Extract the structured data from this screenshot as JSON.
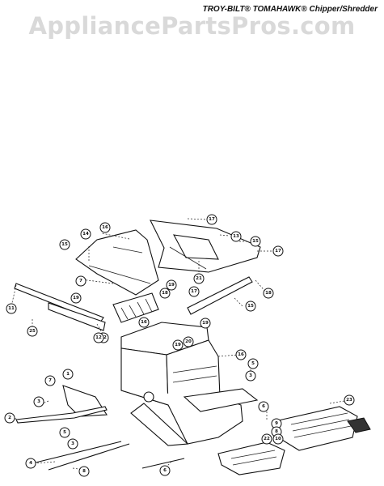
{
  "header": {
    "title": "TROY-BILT® TOMAHAWK® Chipper/Shredder",
    "watermark": "AppliancePartsPros.com"
  },
  "callouts": [
    {
      "id": "c17a",
      "label": "17"
    },
    {
      "id": "c16a",
      "label": "16"
    },
    {
      "id": "c13",
      "label": "13"
    },
    {
      "id": "c14",
      "label": "14"
    },
    {
      "id": "c15a",
      "label": "15"
    },
    {
      "id": "c17b",
      "label": "17"
    },
    {
      "id": "c15b",
      "label": "15"
    },
    {
      "id": "c7a",
      "label": "7"
    },
    {
      "id": "c21",
      "label": "21"
    },
    {
      "id": "c19a",
      "label": "19"
    },
    {
      "id": "c18a",
      "label": "18"
    },
    {
      "id": "c17c",
      "label": "17"
    },
    {
      "id": "c18b",
      "label": "18"
    },
    {
      "id": "c11",
      "label": "11"
    },
    {
      "id": "c19b",
      "label": "19"
    },
    {
      "id": "c15c",
      "label": "15"
    },
    {
      "id": "c25",
      "label": "25"
    },
    {
      "id": "c12a",
      "label": "12"
    },
    {
      "id": "c19c",
      "label": "19"
    },
    {
      "id": "c12b",
      "label": "12"
    },
    {
      "id": "c16b",
      "label": "16"
    },
    {
      "id": "c19d",
      "label": "19"
    },
    {
      "id": "c20",
      "label": "20"
    },
    {
      "id": "c16c",
      "label": "16"
    },
    {
      "id": "c5a",
      "label": "5"
    },
    {
      "id": "c3a",
      "label": "3"
    },
    {
      "id": "c7b",
      "label": "7"
    },
    {
      "id": "c3b",
      "label": "3"
    },
    {
      "id": "c1",
      "label": "1"
    },
    {
      "id": "c6",
      "label": "6"
    },
    {
      "id": "c2",
      "label": "2"
    },
    {
      "id": "c9",
      "label": "9"
    },
    {
      "id": "c8",
      "label": "8"
    },
    {
      "id": "c22",
      "label": "22"
    },
    {
      "id": "c23",
      "label": "23"
    },
    {
      "id": "c5b",
      "label": "5"
    },
    {
      "id": "c4",
      "label": "4"
    },
    {
      "id": "c3c",
      "label": "3"
    },
    {
      "id": "c10",
      "label": "10"
    },
    {
      "id": "c8b",
      "label": "8"
    },
    {
      "id": "c6b",
      "label": "6"
    }
  ]
}
